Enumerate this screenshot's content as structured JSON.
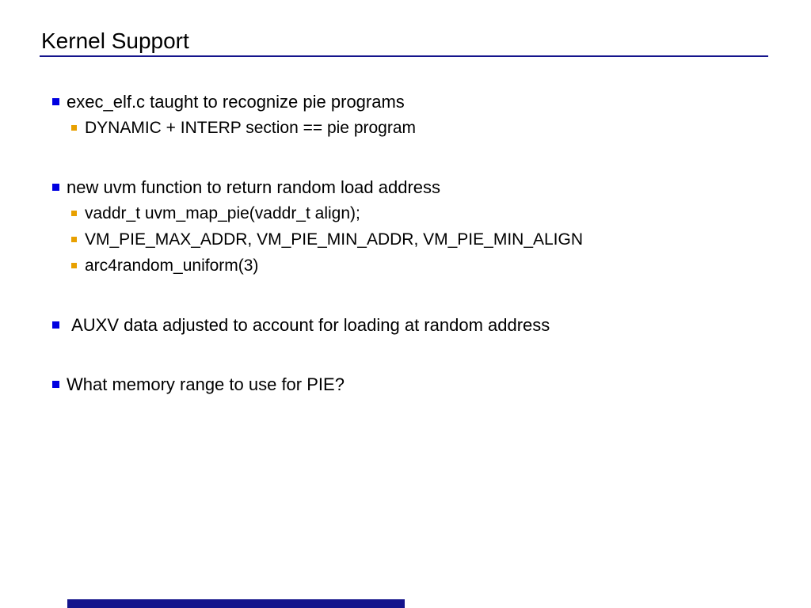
{
  "slide": {
    "title": "Kernel Support",
    "colors": {
      "rule": "#14148c",
      "bullet_level1": "#0000e0",
      "bullet_level2": "#e8a000",
      "footer_bar": "#14148c",
      "text": "#000000",
      "background": "#ffffff"
    },
    "groups": [
      {
        "items": [
          {
            "level": 1,
            "text": "exec_elf.c taught to recognize pie programs"
          },
          {
            "level": 2,
            "text": "DYNAMIC + INTERP section == pie program"
          }
        ]
      },
      {
        "items": [
          {
            "level": 1,
            "text": "new uvm function to return random load address"
          },
          {
            "level": 2,
            "text": "vaddr_t uvm_map_pie(vaddr_t align);"
          },
          {
            "level": 2,
            "text": "VM_PIE_MAX_ADDR, VM_PIE_MIN_ADDR, VM_PIE_MIN_ALIGN"
          },
          {
            "level": 2,
            "text": "arc4random_uniform(3)"
          }
        ]
      },
      {
        "items": [
          {
            "level": 1,
            "text": " AUXV data adjusted to account for loading at random address"
          }
        ]
      },
      {
        "items": [
          {
            "level": 1,
            "text": "What memory range to use for PIE?"
          }
        ]
      }
    ]
  }
}
